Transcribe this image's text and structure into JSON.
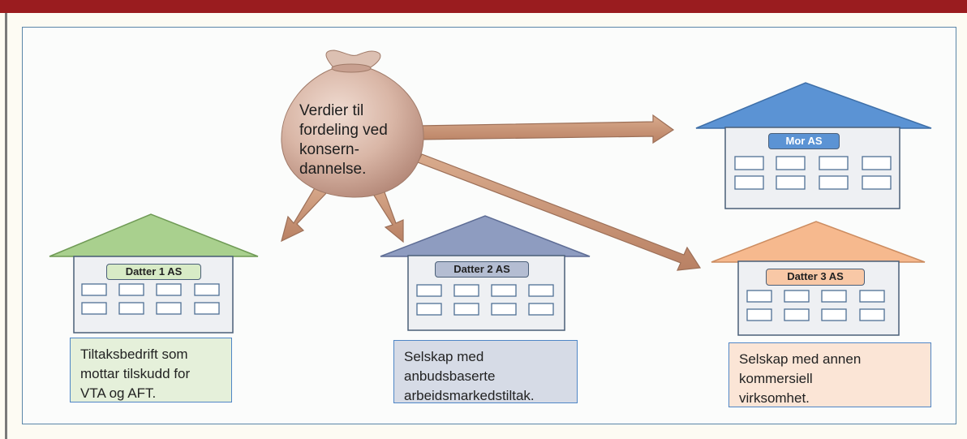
{
  "sack": {
    "lines": [
      "Verdier til",
      "fordeling ved",
      "konsern-",
      "dannelse."
    ]
  },
  "houses": {
    "mor": {
      "name": "Mor AS"
    },
    "datter1": {
      "name": "Datter 1 AS",
      "note": [
        "Tiltaksbedrift som",
        "mottar tilskudd for",
        "VTA og AFT."
      ]
    },
    "datter2": {
      "name": "Datter 2 AS",
      "note": [
        "Selskap med",
        "anbudsbaserte",
        "arbeidsmarkedstiltak."
      ]
    },
    "datter3": {
      "name": "Datter 3 AS",
      "note": [
        "Selskap med annen",
        "kommersiell",
        "virksomhet."
      ]
    }
  },
  "colors": {
    "header": "#9a1c1f",
    "mor_roof": "#5b93d4",
    "datter1_roof": "#a9d08e",
    "datter2_roof": "#8e9cc0",
    "datter3_roof": "#f6b98e",
    "house_body": "#eef0f3",
    "arrow": "#c9997b",
    "sack": "#d8b3a4"
  }
}
